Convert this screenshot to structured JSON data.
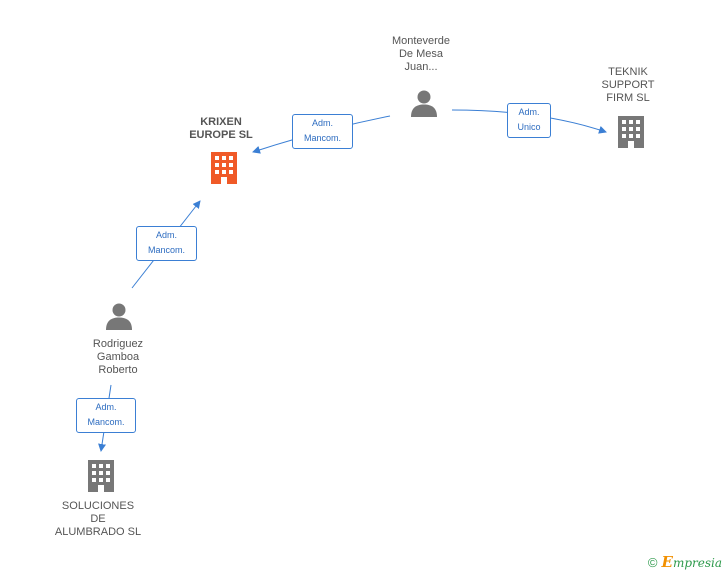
{
  "nodes": {
    "monteverde": {
      "label": "Monteverde\nDe Mesa\nJuan...",
      "kind": "person"
    },
    "krixen": {
      "label": "KRIXEN\nEUROPE SL",
      "kind": "company-main"
    },
    "teknik": {
      "label": "TEKNIK\nSUPPORT\nFIRM  SL",
      "kind": "company"
    },
    "rodriguez": {
      "label": "Rodriguez\nGamboa\nRoberto",
      "kind": "person"
    },
    "soluciones": {
      "label": "SOLUCIONES\nDE\nALUMBRADO SL",
      "kind": "company"
    }
  },
  "edges": {
    "monteverde_krixen": {
      "label": "Adm.\nMancom."
    },
    "monteverde_teknik": {
      "label": "Adm.\nUnico"
    },
    "rodriguez_krixen": {
      "label": "Adm.\nMancom."
    },
    "rodriguez_soluciones": {
      "label": "Adm.\nMancom."
    }
  },
  "colors": {
    "accent": "#3b7fd4",
    "main_company": "#f05a28",
    "icon_gray": "#777777"
  },
  "brand": {
    "copyright": "©",
    "initial": "E",
    "rest": "mpresia"
  }
}
